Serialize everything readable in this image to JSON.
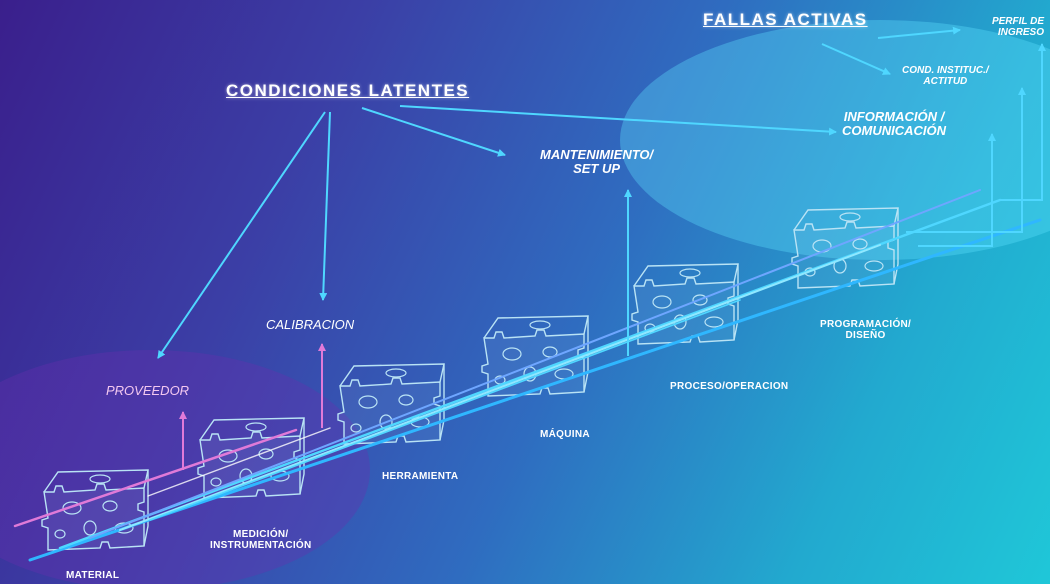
{
  "diagram": {
    "latent_title": "CONDICIONES LATENTES",
    "active_title": "FALLAS ACTIVAS",
    "active_targets": [
      "PERFIL DE\nINGRESO",
      "COND. INSTITUC./\nACTITUD"
    ],
    "latent_targets": [
      "PROVEEDOR",
      "CALIBRACION",
      "MANTENIMIENTO/\nSET UP",
      "INFORMACIÓN /\nCOMUNICACIÓN"
    ],
    "stages": [
      "MATERIAL",
      "MEDICIÓN/\nINSTRUMENTACIÓN",
      "HERRAMIENTA",
      "MÁQUINA",
      "PROCESO/OPERACION",
      "PROGRAMACIÓN/\nDISEÑO"
    ],
    "colors": {
      "arrow": "#4fd7ff",
      "arrow_pink": "#e07ad8",
      "cheese_stroke": "#b9e3f5",
      "background_left": "#3a1f8c",
      "background_right": "#1fc7d8"
    }
  }
}
